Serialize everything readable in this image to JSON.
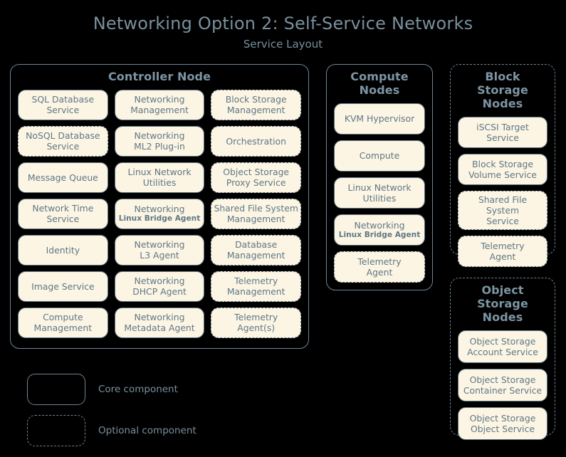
{
  "title": {
    "main": "Networking Option 2: Self-Service Networks",
    "sub": "Service Layout"
  },
  "groups": {
    "controller": {
      "name": "Controller Node",
      "optional": false,
      "columns": [
        [
          {
            "l1": "SQL Database",
            "l2": "Service",
            "optional": false
          },
          {
            "l1": "NoSQL Database",
            "l2": "Service",
            "optional": true
          },
          {
            "l1": "Message Queue",
            "l2": "",
            "optional": false
          },
          {
            "l1": "Network Time",
            "l2": "Service",
            "optional": false
          },
          {
            "l1": "Identity",
            "l2": "",
            "optional": false
          },
          {
            "l1": "Image Service",
            "l2": "",
            "optional": false
          },
          {
            "l1": "Compute",
            "l2": "Management",
            "optional": false
          }
        ],
        [
          {
            "l1": "Networking",
            "l2": "Management",
            "optional": false
          },
          {
            "l1": "Networking",
            "l2": "ML2 Plug-in",
            "optional": false
          },
          {
            "l1": "Linux Network",
            "l2": "Utilities",
            "optional": false
          },
          {
            "l1": "Networking",
            "l2": "Linux Bridge Agent",
            "optional": false,
            "small2": true
          },
          {
            "l1": "Networking",
            "l2": "L3 Agent",
            "optional": false
          },
          {
            "l1": "Networking",
            "l2": "DHCP Agent",
            "optional": false
          },
          {
            "l1": "Networking",
            "l2": "Metadata Agent",
            "optional": false
          }
        ],
        [
          {
            "l1": "Block Storage",
            "l2": "Management",
            "optional": true
          },
          {
            "l1": "Orchestration",
            "l2": "",
            "optional": true
          },
          {
            "l1": "Object Storage",
            "l2": "Proxy Service",
            "optional": true
          },
          {
            "l1": "Shared File System",
            "l2": "Management",
            "optional": true
          },
          {
            "l1": "Database",
            "l2": "Management",
            "optional": true
          },
          {
            "l1": "Telemetry",
            "l2": "Management",
            "optional": true
          },
          {
            "l1": "Telemetry",
            "l2": "Agent(s)",
            "optional": true
          }
        ]
      ]
    },
    "compute": {
      "name": "Compute Nodes",
      "optional": false,
      "items": [
        {
          "l1": "KVM Hypervisor",
          "l2": "",
          "optional": false
        },
        {
          "l1": "Compute",
          "l2": "",
          "optional": false
        },
        {
          "l1": "Linux Network",
          "l2": "Utilities",
          "optional": false
        },
        {
          "l1": "Networking",
          "l2": "Linux Bridge Agent",
          "optional": false,
          "small2": true
        },
        {
          "l1": "Telemetry",
          "l2": "Agent",
          "optional": true
        }
      ]
    },
    "block_storage": {
      "name": "Block Storage Nodes",
      "optional": true,
      "items": [
        {
          "l1": "iSCSI Target",
          "l2": "Service",
          "optional": false
        },
        {
          "l1": "Block Storage",
          "l2": "Volume Service",
          "optional": false
        },
        {
          "l1": "Shared File System",
          "l2": "Service",
          "optional": true
        },
        {
          "l1": "Telemetry",
          "l2": "Agent",
          "optional": true
        }
      ]
    },
    "object_storage": {
      "name": "Object Storage Nodes",
      "optional": true,
      "items": [
        {
          "l1": "Object Storage",
          "l2": "Account Service",
          "optional": false
        },
        {
          "l1": "Object Storage",
          "l2": "Container Service",
          "optional": false
        },
        {
          "l1": "Object Storage",
          "l2": "Object Service",
          "optional": false
        }
      ]
    }
  },
  "legend": {
    "core_label": "Core component",
    "optional_label": "Optional component"
  },
  "colors": {
    "background": "#000000",
    "box_fill": "#fcf5e3",
    "box_border": "#5d7585",
    "box_text": "#5f7787",
    "group_border": "#6d8595",
    "title_text": "#79909e"
  }
}
